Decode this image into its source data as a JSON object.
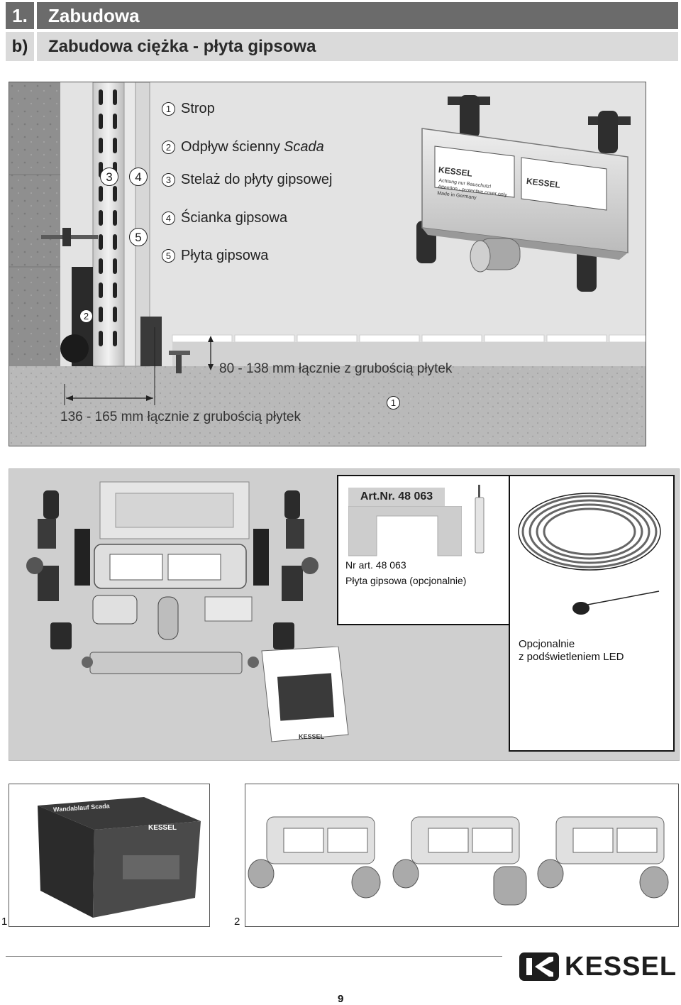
{
  "header": {
    "section_number": "1.",
    "section_title": "Zabudowa",
    "sub_number": "b)",
    "sub_title": "Zabudowa ciężka - płyta gipsowa"
  },
  "diagram": {
    "legend": [
      {
        "num": "1",
        "text": "Strop"
      },
      {
        "num": "2",
        "text": "Odpływ ścienny",
        "italic": "Scada"
      },
      {
        "num": "3",
        "text": "Stelaż do płyty gipsowej"
      },
      {
        "num": "4",
        "text": "Ścianka gipsowa"
      },
      {
        "num": "5",
        "text": "Płyta gipsowa"
      }
    ],
    "callouts": {
      "c3": "3",
      "c4": "4",
      "c5": "5",
      "c2": "2",
      "c1": "1"
    },
    "dim_vertical": "80 - 138 mm łącznie z grubością płytek",
    "dim_horizontal": "136 - 165 mm łącznie z grubością płytek",
    "product_label": {
      "brand": "KESSEL",
      "line1": "Achtung nur Bauschutz!",
      "line2": "Attention - protective cover only",
      "line3": "Made in Germany"
    }
  },
  "kit": {
    "art_nr": "Art.Nr. 48 063",
    "option_line1": "Nr art. 48 063",
    "option_line2": "Płyta gipsowa (opcjonalnie)",
    "led_line1": "Opcjonalnie",
    "led_line2": "z podświetleniem LED"
  },
  "photos": {
    "box_label": "Wandablauf Scada",
    "box_brand": "KESSEL",
    "label1": "1",
    "label2": "2"
  },
  "footer": {
    "brand": "KESSEL",
    "page": "9"
  }
}
